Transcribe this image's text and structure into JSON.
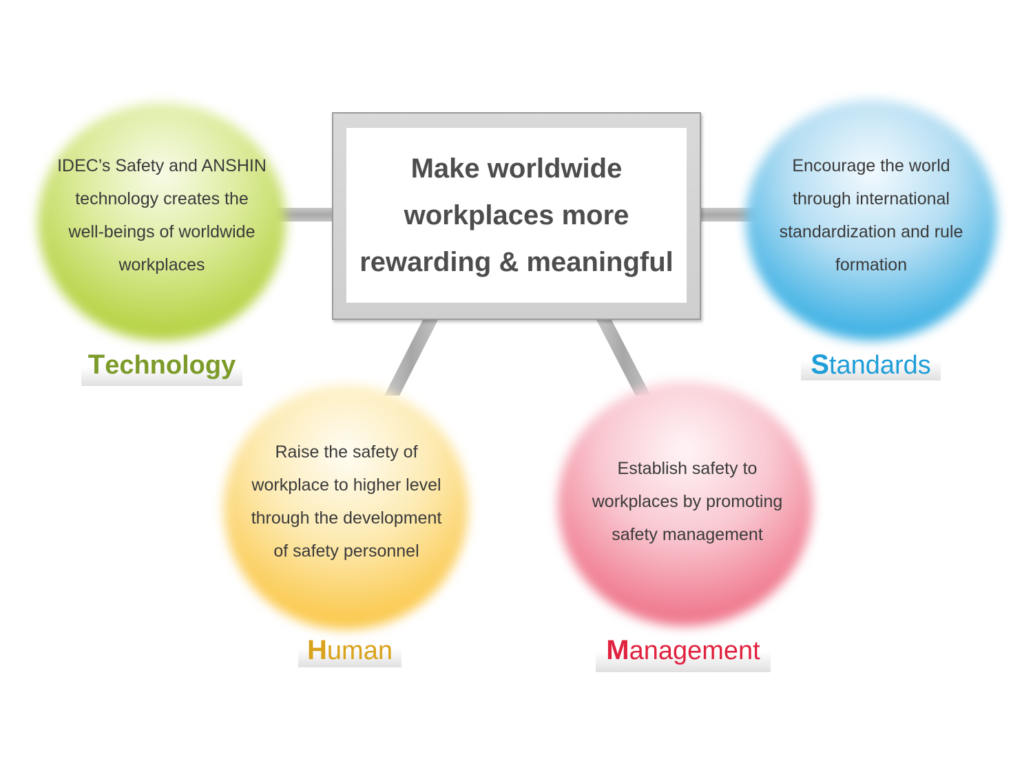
{
  "center": {
    "line1": "Make worldwide",
    "line2": "workplaces more",
    "line3": "rewarding & meaningful"
  },
  "nodes": {
    "technology": {
      "initial": "T",
      "rest": "echnology",
      "color": "#7d9b2a",
      "lines": [
        "IDEC’s Safety and ANSHIN",
        "technology creates the",
        "well-beings of worldwide",
        "workplaces"
      ]
    },
    "standards": {
      "initial": "S",
      "rest": "tandards",
      "color": "#1f9ed8",
      "lines": [
        "Encourage the world",
        "through international",
        "standardization and rule",
        "formation"
      ]
    },
    "human": {
      "initial": "H",
      "rest": "uman",
      "color": "#d9a21b",
      "lines": [
        "Raise the safety of",
        "workplace to higher level",
        "through the development",
        "of safety personnel"
      ]
    },
    "management": {
      "initial": "M",
      "rest": "anagement",
      "color": "#e0223f",
      "lines": [
        "Establish safety to",
        "workplaces by promoting",
        "safety management"
      ]
    }
  }
}
